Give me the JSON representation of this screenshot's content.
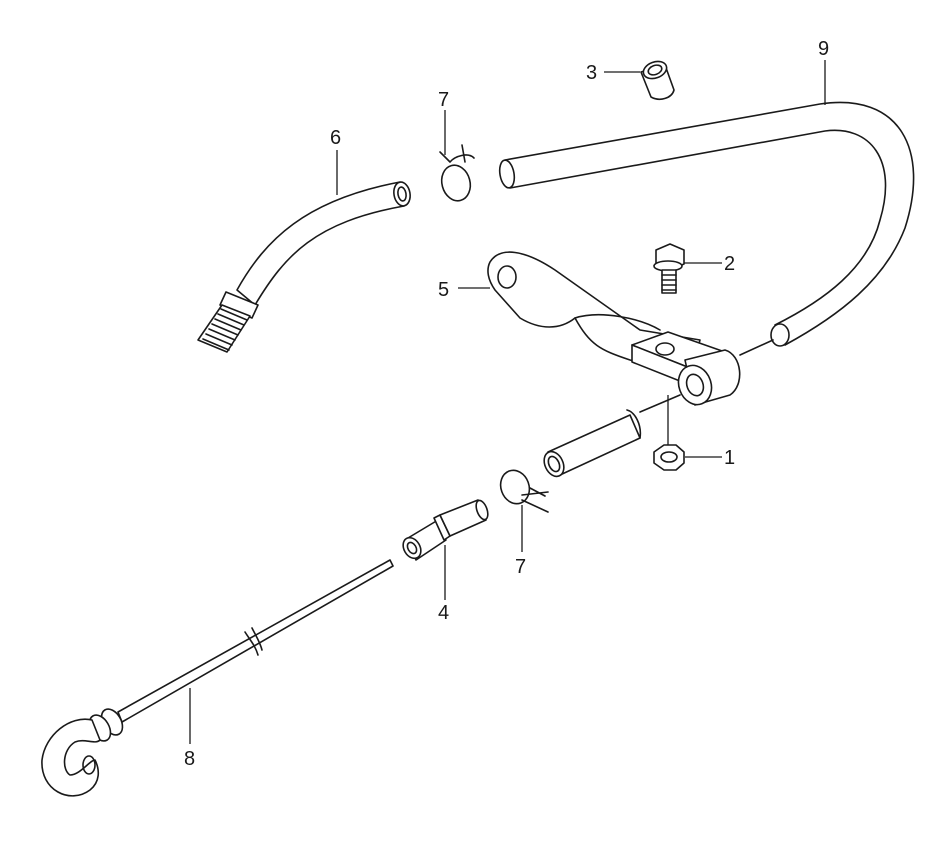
{
  "diagram": {
    "callouts": [
      {
        "id": "c1",
        "label": "1"
      },
      {
        "id": "c2",
        "label": "2"
      },
      {
        "id": "c3",
        "label": "3"
      },
      {
        "id": "c4",
        "label": "4"
      },
      {
        "id": "c5",
        "label": "5"
      },
      {
        "id": "c6",
        "label": "6"
      },
      {
        "id": "c7a",
        "label": "7"
      },
      {
        "id": "c7b",
        "label": "7"
      },
      {
        "id": "c8",
        "label": "8"
      },
      {
        "id": "c9",
        "label": "9"
      }
    ]
  }
}
